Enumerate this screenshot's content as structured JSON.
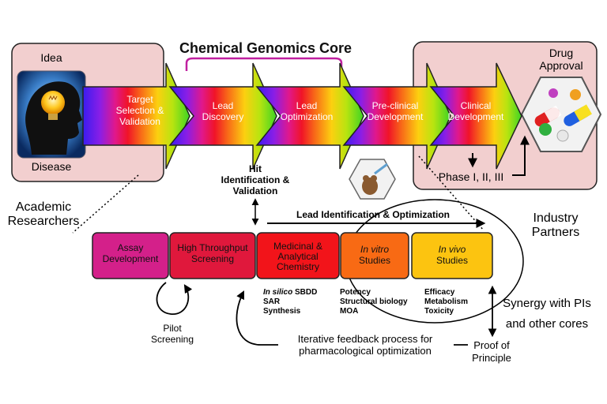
{
  "title": "Chemical Genomics Core",
  "left_box": {
    "top_label": "Idea",
    "bottom_label": "Disease"
  },
  "right_box": {
    "title_line1": "Drug",
    "title_line2": "Approval",
    "phase_label": "Phase I, II, III"
  },
  "pipeline": [
    {
      "line1": "Target",
      "line2": "Selection &",
      "line3": "Validation"
    },
    {
      "line1": "Lead",
      "line2": "Discovery"
    },
    {
      "line1": "Lead",
      "line2": "Optimization"
    },
    {
      "line1": "Pre-clinical",
      "line2": "Development"
    },
    {
      "line1": "Clinical",
      "line2": "Development"
    }
  ],
  "hit_label": {
    "line1": "Hit",
    "line2": "Identification &",
    "line3": "Validation"
  },
  "lead_id_label": "Lead Identification & Optimization",
  "stages": [
    {
      "line1": "Assay",
      "line2": "Development",
      "color": "#d4208a"
    },
    {
      "line1": "High Throughput",
      "line2": "Screening",
      "color": "#e0183c"
    },
    {
      "line1": "Medicinal &",
      "line2": "Analytical",
      "line3": "Chemistry",
      "color": "#f2141a"
    },
    {
      "line1": "In vitro",
      "line2": "Studies",
      "color": "#f86a14"
    },
    {
      "line1": "In vivo",
      "line2": "Studies",
      "color": "#fcc410"
    }
  ],
  "chem_notes": {
    "line1_italic": "In silico",
    "line1_rest": " SBDD",
    "line2": "SAR",
    "line3": "Synthesis"
  },
  "vitro_notes": {
    "line1": "Potency",
    "line2": "Structural biology",
    "line3": "MOA"
  },
  "vivo_notes": {
    "line1": "Efficacy",
    "line2": "Metabolism",
    "line3": "Toxicity"
  },
  "pilot": {
    "line1": "Pilot",
    "line2": "Screening"
  },
  "feedback": {
    "line1": "Iterative feedback process for",
    "line2": "pharmacological optimization"
  },
  "proof": {
    "line1": "Proof of",
    "line2": "Principle"
  },
  "academic": {
    "line1": "Academic",
    "line2": "Researchers"
  },
  "industry": {
    "line1": "Industry",
    "line2": "Partners"
  },
  "synergy": {
    "line1": "Synergy with PIs",
    "line2": "and other cores"
  },
  "colors": {
    "panel_fill": "#f2cfcf",
    "title_bracket": "#c020a0"
  }
}
